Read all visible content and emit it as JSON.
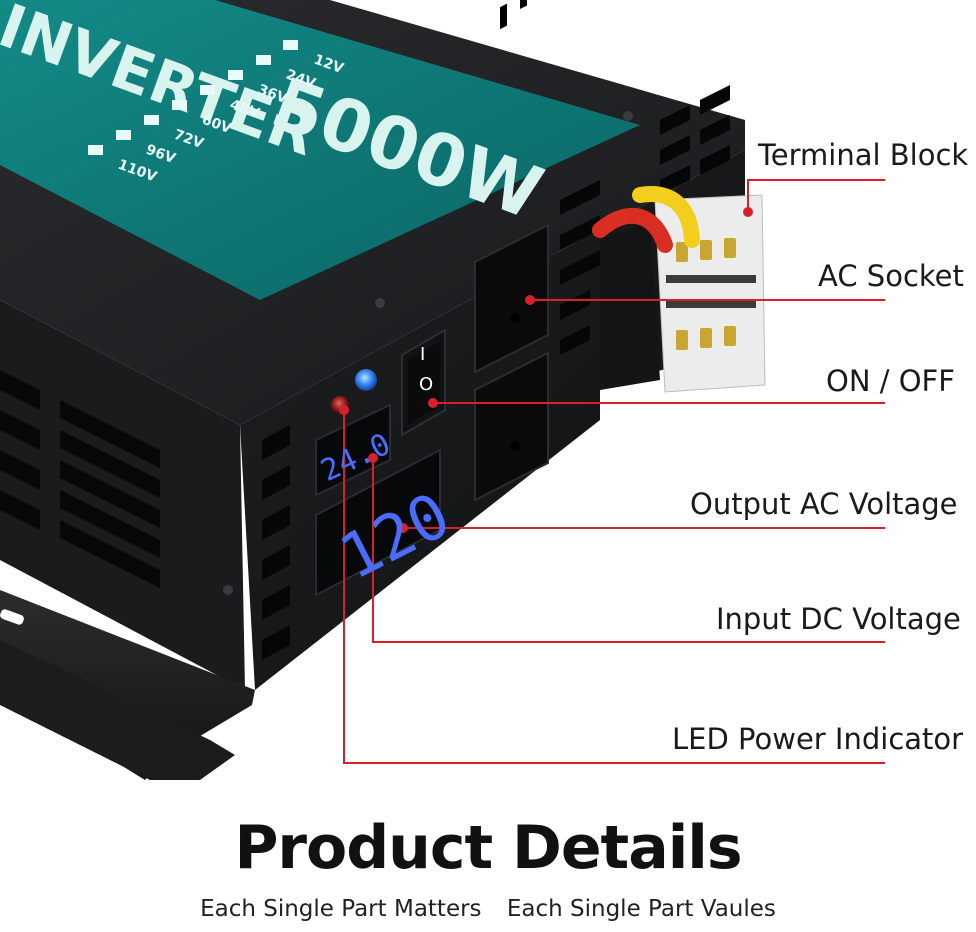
{
  "product": {
    "brand_text": "INVERTER",
    "power_rating": "5000W",
    "voltage_options": [
      "12V",
      "24V",
      "36V",
      "48V",
      "60V",
      "72V",
      "96V",
      "110V"
    ],
    "dc_display": "24.0",
    "ac_display": "120",
    "switch_marks": [
      "I",
      "O"
    ]
  },
  "callouts": [
    {
      "id": "terminal-block",
      "label": "Terminal Block"
    },
    {
      "id": "ac-socket",
      "label": "AC Socket"
    },
    {
      "id": "on-off",
      "label": "ON / OFF"
    },
    {
      "id": "output-ac-voltage",
      "label": "Output AC Voltage"
    },
    {
      "id": "input-dc-voltage",
      "label": "Input DC Voltage"
    },
    {
      "id": "led-power-indicator",
      "label": "LED Power Indicator"
    }
  ],
  "heading": {
    "title": "Product Details",
    "subtitle_left": "Each Single Part Matters",
    "subtitle_right": "Each Single Part Vaules"
  },
  "colors": {
    "callout_line": "#d9202a",
    "panel_teal": "#0f7a78",
    "body_black": "#1c1d1f",
    "display_blue": "#4a6cff",
    "led_blue": "#3a8dff",
    "led_red": "#b81f1f",
    "wire_red": "#d92f23",
    "wire_yellow": "#f2cf1c"
  }
}
